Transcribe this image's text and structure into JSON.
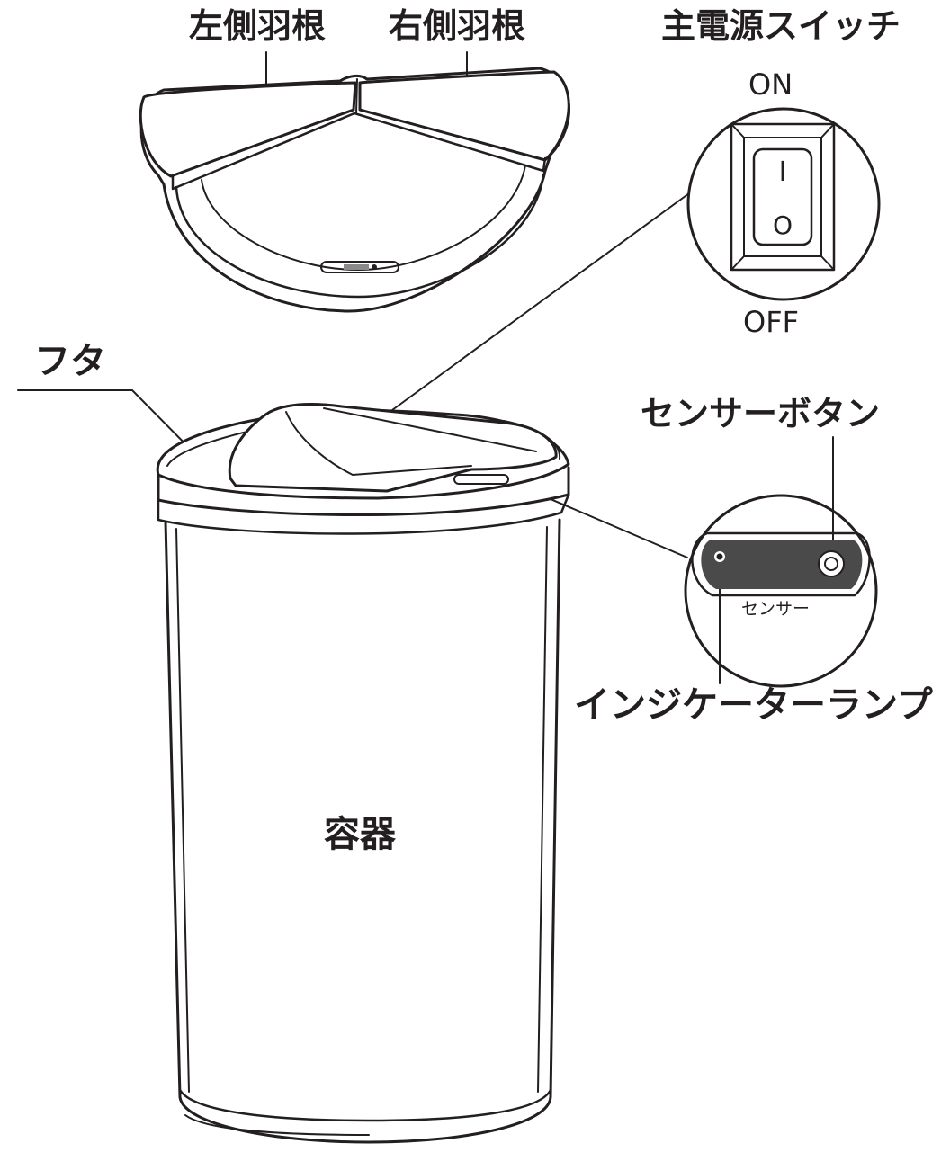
{
  "labels": {
    "left_flap": "左側羽根",
    "right_flap": "右側羽根",
    "main_switch": "主電源スイッチ",
    "switch_on": "ON",
    "switch_off": "OFF",
    "switch_symbol_on": "I",
    "switch_symbol_off": "O",
    "lid": "フタ",
    "sensor_button": "センサーボタン",
    "sensor": "センサー",
    "indicator_lamp": "インジケーターランプ",
    "container": "容器"
  },
  "colors": {
    "outline": "#231f20",
    "fill": "#ffffff",
    "sensor_panel": "#4a4a4a"
  }
}
